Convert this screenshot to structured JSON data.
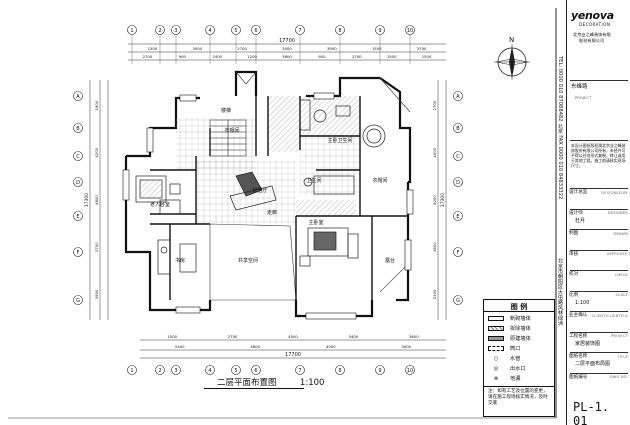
{
  "sheet": {
    "plan_title": "二层平面布置图",
    "scale": "1:100",
    "sheet_number": "PL-1. 01"
  },
  "title_block": {
    "brand": "yenova",
    "brand_sub": "DECORATION",
    "company_line1": "北京业之峰装饰有限",
    "company_line2": "股份有限公司",
    "project_label": "东峰路",
    "project_sub": "PROJECT",
    "note_text": "本设计图纸版权属北京业之峰装饰股份有限公司所有，未经许可不得以任何形式复制、转让或用于其他工程。施工前请核实现场尺寸。",
    "rows": [
      {
        "label": "设计总监",
        "sub": "DESIGNED BY",
        "value": ""
      },
      {
        "label": "设计师",
        "sub": "DESIGNER",
        "value": "杜月"
      },
      {
        "label": "制图",
        "sub": "DRAWN",
        "value": ""
      },
      {
        "label": "审核",
        "sub": "APPROVED",
        "value": ""
      },
      {
        "label": "校对",
        "sub": "CHECK",
        "value": ""
      },
      {
        "label": "比例",
        "sub": "SCALE",
        "value": "1:100"
      },
      {
        "label": "业主确认",
        "sub": "CLIENT/CLIENTELE",
        "value": ""
      },
      {
        "label": "工程名称",
        "sub": "PROJECT",
        "value": "家居装饰图"
      },
      {
        "label": "图纸名称",
        "sub": "TITLE",
        "value": "二层平面布局图"
      },
      {
        "label": "图纸编号",
        "sub": "DWG NO.",
        "value": ""
      }
    ]
  },
  "vertical_strip": {
    "address": "北京市朝阳区大屯路风林绿洲",
    "phone": "TEL: 0000 010 87088482 北京 FAX 0000 010 84833322"
  },
  "legend": {
    "title": "图 例",
    "items": [
      {
        "label": "新砌墙体"
      },
      {
        "label": "拆除墙体"
      },
      {
        "label": "原建墙体"
      },
      {
        "label": "筒口"
      },
      {
        "label": "水管"
      },
      {
        "label": "出水口"
      },
      {
        "label": "地漏"
      }
    ],
    "footnote": "注：如有工艺及位置的变更，请在施工现场核实情况，及时交底"
  },
  "rooms": [
    {
      "id": "study",
      "label": "书房"
    },
    {
      "id": "bedroom-left",
      "label": "老人卧室"
    },
    {
      "id": "closet-1",
      "label": "衣帽间"
    },
    {
      "id": "master-bath",
      "label": "主卧卫生间"
    },
    {
      "id": "closet-2",
      "label": "衣帽间"
    },
    {
      "id": "living",
      "label": "起居厅"
    },
    {
      "id": "void",
      "label": "共享空间"
    },
    {
      "id": "master-bed",
      "label": "主卧室"
    },
    {
      "id": "balcony",
      "label": "露台"
    },
    {
      "id": "stair",
      "label": "楼梯"
    },
    {
      "id": "bath-2",
      "label": "卫生间"
    },
    {
      "id": "corridor",
      "label": "走廊"
    }
  ],
  "dimensions": {
    "top_total": "17700",
    "top_segments": [
      "1500",
      "3000",
      "2700",
      "3000",
      "3900",
      "1500",
      "2700"
    ],
    "top_segments_2": [
      "2700",
      "900",
      "2400",
      "1200",
      "3600",
      "900",
      "2700",
      "1500",
      "1500"
    ],
    "bottom_total": "17700",
    "bottom_segments": [
      "1500",
      "2700",
      "4500",
      "5400",
      "3600"
    ],
    "bottom_segments_2": [
      "5400",
      "4800",
      "4500",
      "3000"
    ],
    "left_total": "17300",
    "left_segments": [
      "1800",
      "4200",
      "4800",
      "2700",
      "3900"
    ],
    "right_total": "17300",
    "right_segments": [
      "2700",
      "4500",
      "4200",
      "3600",
      "2300"
    ]
  },
  "axis_labels": {
    "top": [
      "1",
      "2",
      "3",
      "4",
      "5",
      "6",
      "7",
      "8",
      "9",
      "10"
    ],
    "left": [
      "A",
      "B",
      "C",
      "D",
      "E",
      "F",
      "G"
    ]
  },
  "north": "N"
}
